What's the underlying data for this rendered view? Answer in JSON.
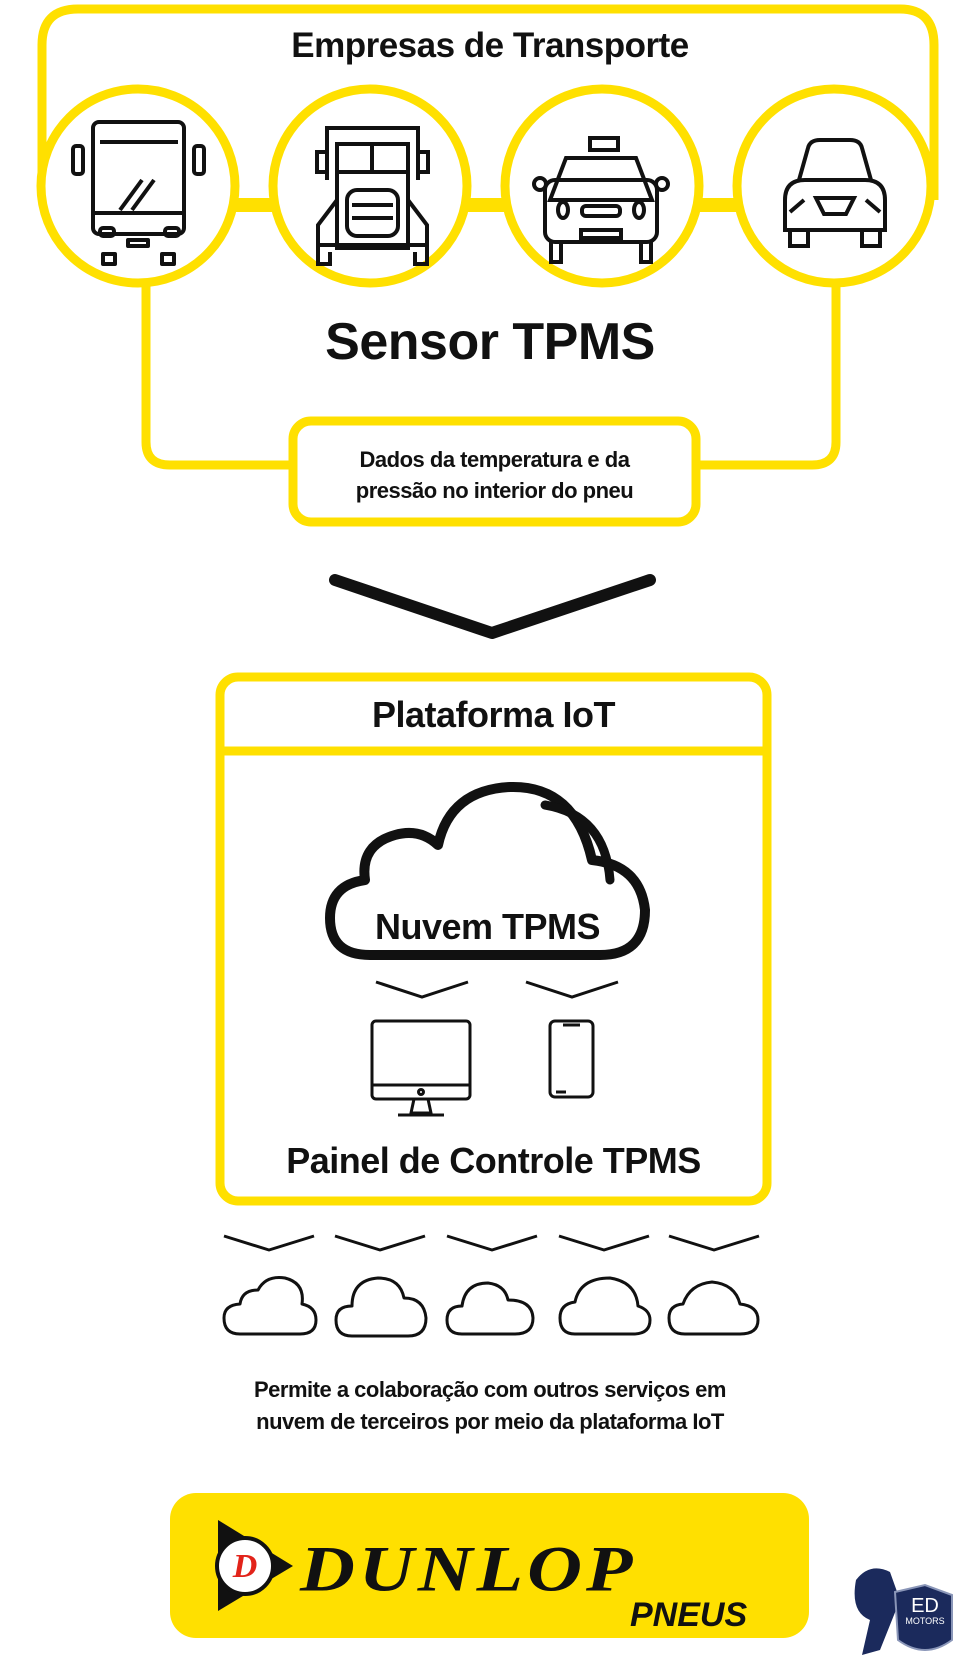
{
  "top": {
    "title": "Empresas de Transporte",
    "vehicles": [
      "bus",
      "truck",
      "taxi",
      "car"
    ],
    "sensor_label": "Sensor TPMS",
    "data_box": [
      "Dados da temperatura e da",
      "pressão no interior do pneu"
    ]
  },
  "platform": {
    "title": "Plataforma IoT",
    "cloud_label": "Nuvem TPMS",
    "dashboard_label": "Painel de Controle TPMS"
  },
  "footer": {
    "caption": [
      "Permite a colaboração com outros serviços em",
      "nuvem de terceiros por meio da plataforma IoT"
    ],
    "brand": "DUNLOP",
    "brand_sub": "PNEUS",
    "brand_mark": "D",
    "partner": [
      "ED",
      "MOTORS"
    ]
  },
  "colors": {
    "accent": "#FFE000",
    "ink": "#111111",
    "dunlop_red": "#E2231A",
    "partner_navy": "#1B2A5C"
  }
}
